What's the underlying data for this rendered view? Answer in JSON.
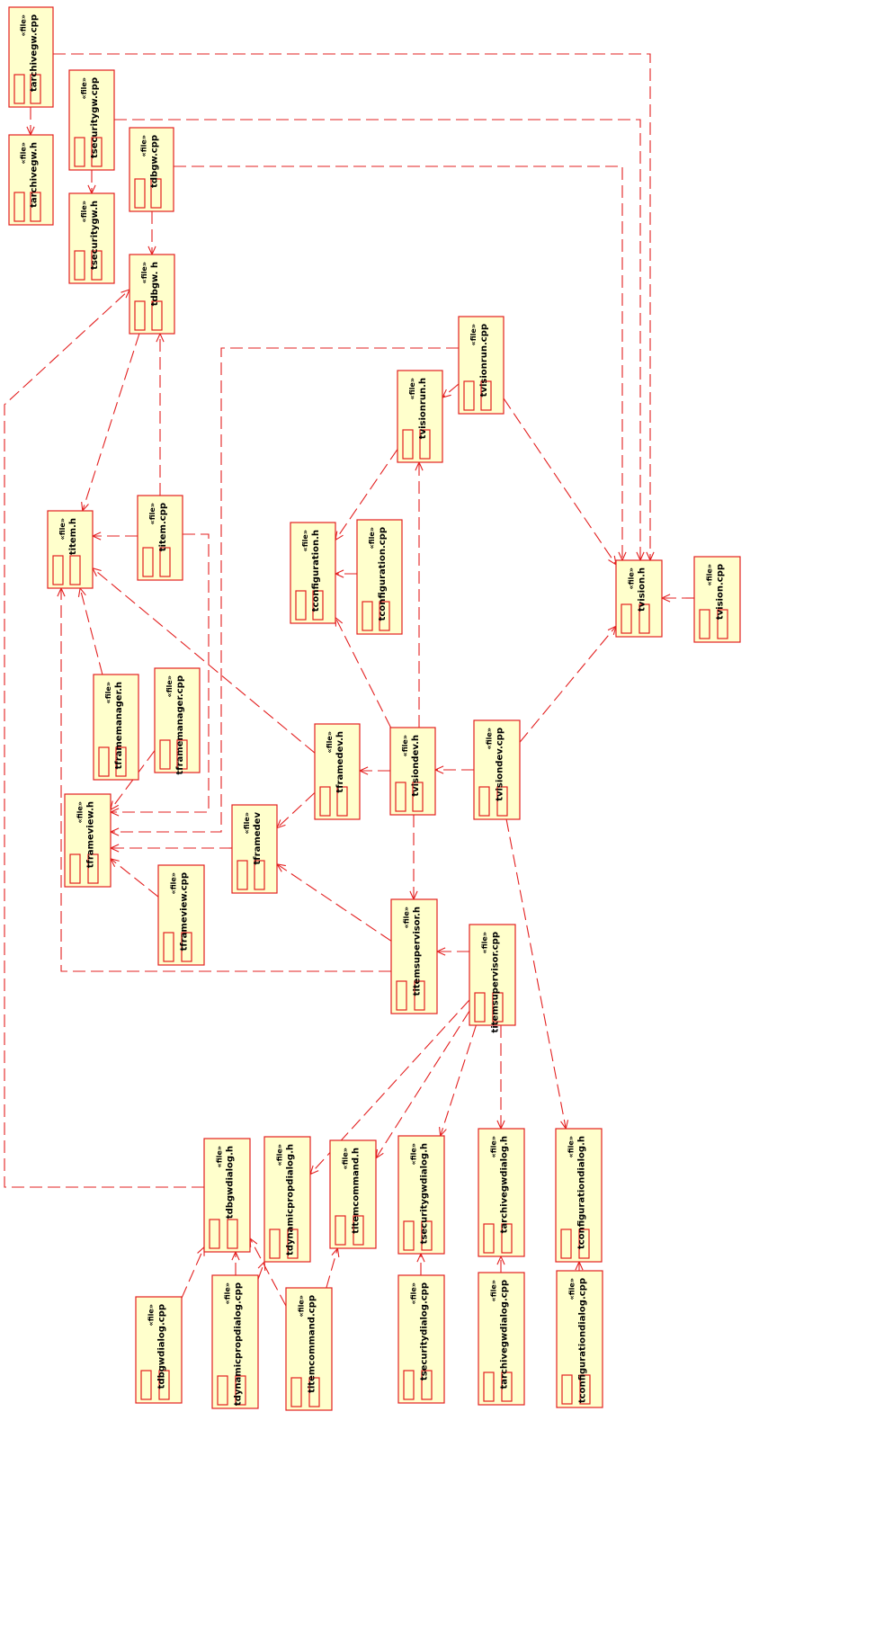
{
  "stereotype": "«file»",
  "colors": {
    "line": "#e32020",
    "fill": "#ffffcc"
  },
  "nodes": [
    {
      "id": "tarchivegw_cpp",
      "name": "tarchivegw.cpp"
    },
    {
      "id": "tarchivegw_h",
      "name": "tarchivegw.h"
    },
    {
      "id": "tsecuritygw_cpp",
      "name": "tsecuritygw.cpp"
    },
    {
      "id": "tsecuritygw_h",
      "name": "tsecuritygw.h"
    },
    {
      "id": "tdbgw_cpp",
      "name": "tdbgw.cpp"
    },
    {
      "id": "tdbgw_h",
      "name": "tdbgw. h"
    },
    {
      "id": "tvisionrun_cpp",
      "name": "tvisionrun.cpp"
    },
    {
      "id": "tvisionrun_h",
      "name": "tvisionrun.h"
    },
    {
      "id": "titem_h",
      "name": "titem.h"
    },
    {
      "id": "titem_cpp",
      "name": "titem.cpp"
    },
    {
      "id": "tconfiguration_h",
      "name": "tconfiguration.h"
    },
    {
      "id": "tconfiguration_cpp",
      "name": "tconfiguration.cpp"
    },
    {
      "id": "tvision_h",
      "name": "tvision.h"
    },
    {
      "id": "tvision_cpp",
      "name": "tvision.cpp"
    },
    {
      "id": "tframemanager_h",
      "name": "tframemanager.h"
    },
    {
      "id": "tframemanager_cpp",
      "name": "tframemanager.cpp"
    },
    {
      "id": "tframedev_h",
      "name": "tframedev.h"
    },
    {
      "id": "tvisiondev_h",
      "name": "tvisiondev.h"
    },
    {
      "id": "tvisiondev_cpp",
      "name": "tvisiondev.cpp"
    },
    {
      "id": "tframeview_h",
      "name": "tframeview.h"
    },
    {
      "id": "tframedev",
      "name": "tframedev"
    },
    {
      "id": "tframeview_cpp",
      "name": "tframeview.cpp"
    },
    {
      "id": "titemsupervisor_h",
      "name": "titemsupervisor.h"
    },
    {
      "id": "titemsupervisor_cpp",
      "name": "titemsupervisor.cpp"
    },
    {
      "id": "tdbgwdialog_h",
      "name": "tdbgwdialog.h"
    },
    {
      "id": "tdynamicpropdialog_h",
      "name": "tdynamicpropdialog.h"
    },
    {
      "id": "titemcommand_h",
      "name": "titemcommand.h"
    },
    {
      "id": "tsecuritygwdialog_h",
      "name": "tsecuritygwdialog.h"
    },
    {
      "id": "tarchivegwdialog_h",
      "name": "tarchivegwdialog.h"
    },
    {
      "id": "tconfigurationdialog_h",
      "name": "tconfigurationdialog.h"
    },
    {
      "id": "tdbgwdialog_cpp",
      "name": "tdbgwdialog.cpp"
    },
    {
      "id": "tdynamicpropdialog_cpp",
      "name": "tdynamicpropdialog.cpp"
    },
    {
      "id": "titemcommand_cpp",
      "name": "titemcommand.cpp"
    },
    {
      "id": "tsecuritydialog_cpp",
      "name": "tsecuritydialog.cpp"
    },
    {
      "id": "tarchivegwdialog_cpp",
      "name": "tarchivegwdialog.cpp"
    },
    {
      "id": "tconfigurationdialog_cpp",
      "name": "tconfigurationdialog.cpp"
    }
  ],
  "edges": [
    {
      "from": "tarchivegw_cpp",
      "to": "tarchivegw_h"
    },
    {
      "from": "tarchivegw_cpp",
      "to": "tvision_h"
    },
    {
      "from": "tsecuritygw_cpp",
      "to": "tsecuritygw_h"
    },
    {
      "from": "tsecuritygw_cpp",
      "to": "tvision_h"
    },
    {
      "from": "tdbgw_cpp",
      "to": "tdbgw_h"
    },
    {
      "from": "tdbgw_cpp",
      "to": "tvision_h"
    },
    {
      "from": "tdbgw_h",
      "to": "titem_h"
    },
    {
      "from": "titem_cpp",
      "to": "tdbgw_h"
    },
    {
      "from": "titem_cpp",
      "to": "titem_h"
    },
    {
      "from": "titem_cpp",
      "to": "tframeview_h"
    },
    {
      "from": "tvisionrun_cpp",
      "to": "tvisionrun_h"
    },
    {
      "from": "tvisionrun_cpp",
      "to": "tvision_h"
    },
    {
      "from": "tvisionrun_cpp",
      "to": "tframeview_h"
    },
    {
      "from": "tvisionrun_h",
      "to": "tconfiguration_h"
    },
    {
      "from": "tconfiguration_cpp",
      "to": "tconfiguration_h"
    },
    {
      "from": "tvision_cpp",
      "to": "tvision_h"
    },
    {
      "from": "tframemanager_h",
      "to": "titem_h"
    },
    {
      "from": "tframemanager_cpp",
      "to": "tframeview_h"
    },
    {
      "from": "tframedev_h",
      "to": "titem_h"
    },
    {
      "from": "tframedev_h",
      "to": "tframedev"
    },
    {
      "from": "tvisiondev_h",
      "to": "tframedev_h"
    },
    {
      "from": "tvisiondev_h",
      "to": "tconfiguration_h"
    },
    {
      "from": "tvisiondev_h",
      "to": "tvisionrun_h"
    },
    {
      "from": "tvisiondev_h",
      "to": "titemsupervisor_h"
    },
    {
      "from": "tvisiondev_cpp",
      "to": "tvisiondev_h"
    },
    {
      "from": "tvisiondev_cpp",
      "to": "tvision_h"
    },
    {
      "from": "tvisiondev_cpp",
      "to": "tconfigurationdialog_h"
    },
    {
      "from": "tframedev",
      "to": "tframeview_h"
    },
    {
      "from": "tframeview_cpp",
      "to": "tframeview_h"
    },
    {
      "from": "titemsupervisor_h",
      "to": "tframedev"
    },
    {
      "from": "titemsupervisor_h",
      "to": "titem_h"
    },
    {
      "from": "titemsupervisor_cpp",
      "to": "titemsupervisor_h"
    },
    {
      "from": "titemsupervisor_cpp",
      "to": "tdynamicpropdialog_h"
    },
    {
      "from": "titemsupervisor_cpp",
      "to": "titemcommand_h"
    },
    {
      "from": "titemsupervisor_cpp",
      "to": "tsecuritygwdialog_h"
    },
    {
      "from": "titemsupervisor_cpp",
      "to": "tarchivegwdialog_h"
    },
    {
      "from": "tdbgwdialog_h",
      "to": "tdbgw_h"
    },
    {
      "from": "tdbgwdialog_cpp",
      "to": "tdbgwdialog_h"
    },
    {
      "from": "tdynamicpropdialog_cpp",
      "to": "tdbgwdialog_h"
    },
    {
      "from": "tdynamicpropdialog_cpp",
      "to": "tdynamicpropdialog_h"
    },
    {
      "from": "titemcommand_cpp",
      "to": "titemcommand_h"
    },
    {
      "from": "titemcommand_cpp",
      "to": "tdbgwdialog_h"
    },
    {
      "from": "tsecuritydialog_cpp",
      "to": "tsecuritygwdialog_h"
    },
    {
      "from": "tarchivegwdialog_cpp",
      "to": "tarchivegwdialog_h"
    },
    {
      "from": "tconfigurationdialog_cpp",
      "to": "tconfigurationdialog_h"
    }
  ]
}
